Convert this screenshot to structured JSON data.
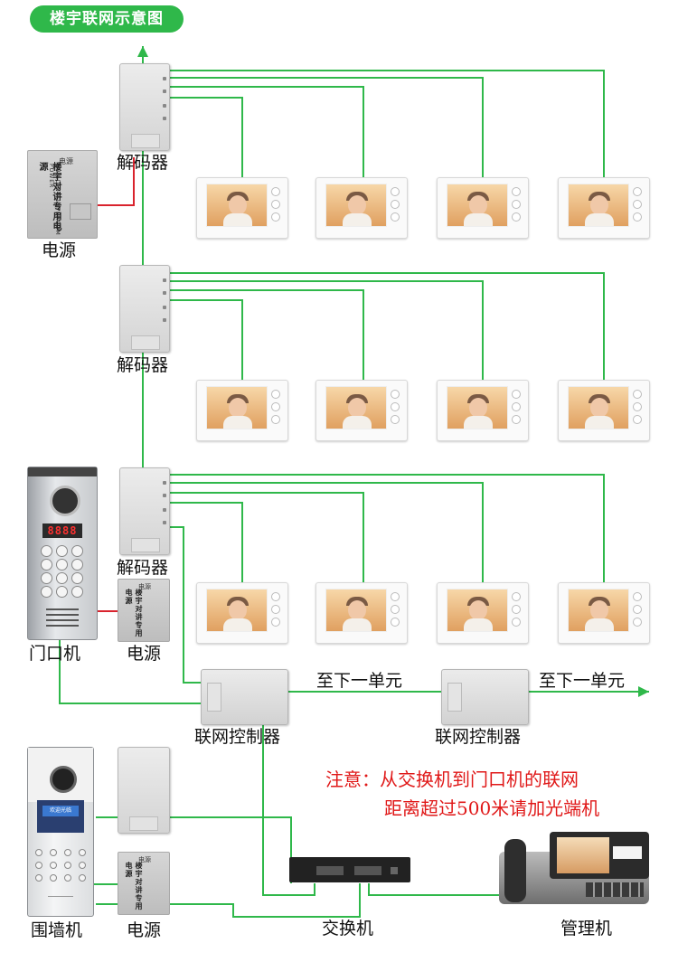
{
  "title": "楼宇联网示意图",
  "labels": {
    "decoder": "解码器",
    "power": "电源",
    "door_unit": "门口机",
    "network_controller": "联网控制器",
    "to_next_unit": "至下一单元",
    "wall_unit": "围墙机",
    "switch": "交换机",
    "management": "管理机"
  },
  "psu_text": {
    "brand": "电源",
    "vertical": "楼宇对讲专用电源",
    "vertical_en": "BUILDING INTERCOM POWER"
  },
  "door_display": "8888",
  "wall_unit_card": "欢迎光临",
  "note": {
    "line1": "注意：从交换机到门口机的联网",
    "line2": "距离超过500米请加光端机"
  },
  "colors": {
    "wire_green": "#2fb84a",
    "wire_red": "#d9232d",
    "note_red": "#e01818",
    "title_bg": "#2fb84a"
  }
}
